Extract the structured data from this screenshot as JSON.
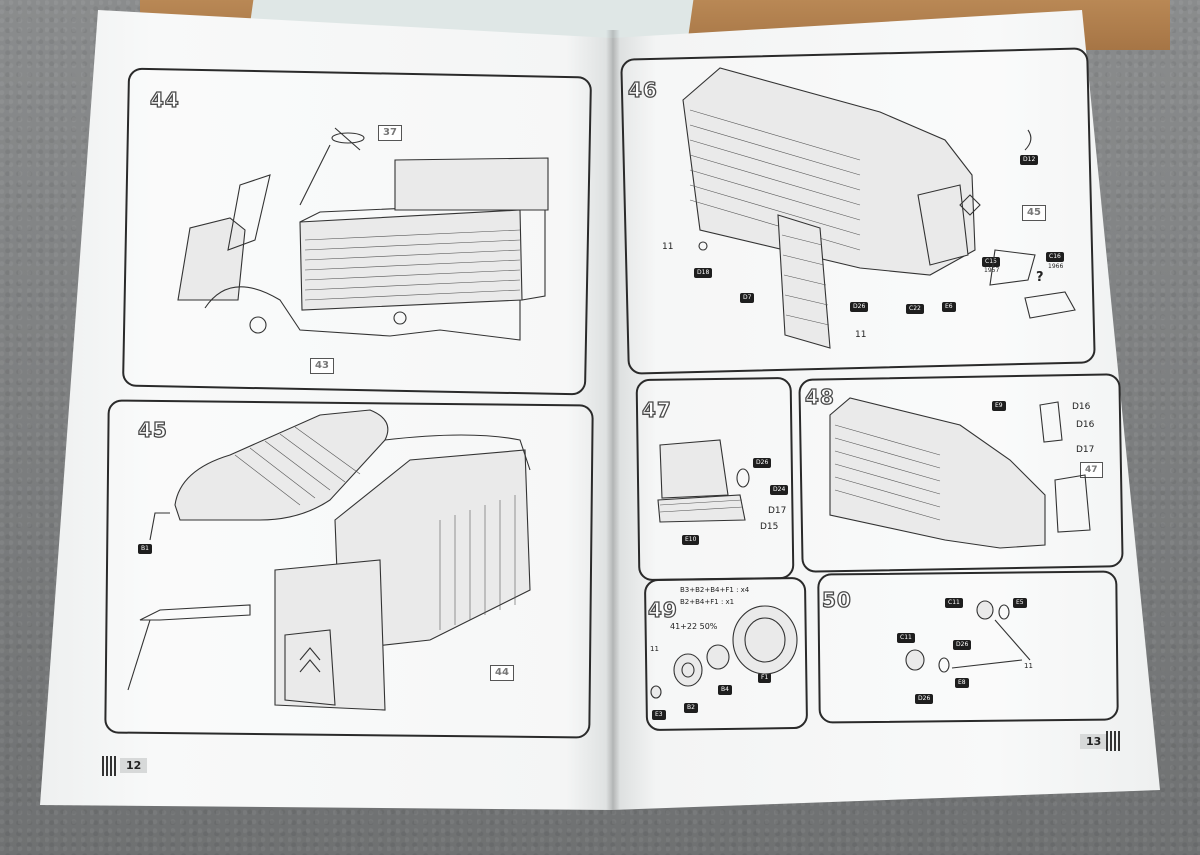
{
  "background": {
    "surface_color": "#7d7f80",
    "box_color": "#b98855"
  },
  "left_page": {
    "page_number": "12",
    "steps": {
      "s44": {
        "number": "44",
        "refs": {
          "top": "37",
          "bottom": "43"
        }
      },
      "s45": {
        "number": "45",
        "tags": {
          "b1": "B1"
        },
        "refs": {
          "side": "44"
        }
      }
    }
  },
  "right_page": {
    "page_number": "13",
    "steps": {
      "s46": {
        "number": "46",
        "refs": {
          "side": "45"
        },
        "tags": {
          "d12": "D12",
          "d18": "D18",
          "d7": "D7",
          "d26": "D26",
          "c22": "C22",
          "e6": "E6",
          "c15": "C15",
          "c16": "C16"
        },
        "texts": {
          "n11a": "11",
          "n11b": "11",
          "y1957": "1957",
          "y1966": "1966",
          "q": "?"
        }
      },
      "s47": {
        "number": "47",
        "tags": {
          "d26": "D26",
          "d24": "D24",
          "e10": "E10"
        },
        "texts": {
          "d17": "D17",
          "d15": "D15"
        }
      },
      "s48": {
        "number": "48",
        "tags": {
          "e9": "E9"
        },
        "texts": {
          "d16a": "D16",
          "d16b": "D16",
          "d17": "D17"
        },
        "refs": {
          "side": "47"
        }
      },
      "s49": {
        "number": "49",
        "texts": {
          "line1": "B3+B2+B4+F1 : x4",
          "line2": "B2+B4+F1 : x1",
          "mix": "41+22 50%",
          "n11": "11"
        },
        "tags": {
          "e3": "E3",
          "b2": "B2",
          "b4": "B4",
          "f1": "F1"
        }
      },
      "s50": {
        "number": "50",
        "tags": {
          "c11a": "C11",
          "e5": "E5",
          "d26a": "D26",
          "c11b": "C11",
          "e8": "E8",
          "d26b": "D26"
        },
        "texts": {
          "n11": "11"
        }
      }
    }
  }
}
